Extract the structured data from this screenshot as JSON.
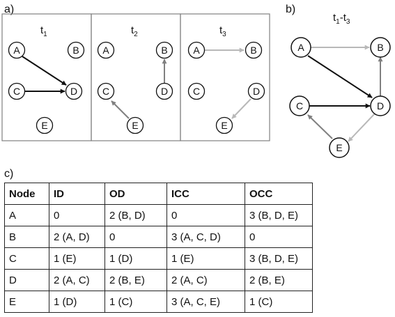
{
  "panel_labels": {
    "a": "a)",
    "b": "b)",
    "c": "c)"
  },
  "time_labels": [
    {
      "t": "t",
      "sub": "1"
    },
    {
      "t": "t",
      "sub": "2"
    },
    {
      "t": "t",
      "sub": "3"
    }
  ],
  "aggregate_label": {
    "t1": "t",
    "s1": "1",
    "dash": "-",
    "t3": "t",
    "s3": "3"
  },
  "nodes": [
    "A",
    "B",
    "C",
    "D",
    "E"
  ],
  "colors": {
    "edge_dark": "#111111",
    "edge_mid": "#808080",
    "edge_light": "#b8b8b8",
    "panel_border": "#808080"
  },
  "table": {
    "headers": [
      "Node",
      "ID",
      "OD",
      "ICC",
      "OCC"
    ],
    "rows": [
      [
        "A",
        "0",
        "2 (B, D)",
        "0",
        "3 (B, D, E)"
      ],
      [
        "B",
        "2 (A, D)",
        "0",
        "3 (A, C, D)",
        "0"
      ],
      [
        "C",
        "1 (E)",
        "1 (D)",
        "1 (E)",
        "3 (B, D, E)"
      ],
      [
        "D",
        "2 (A, C)",
        "2 (B, E)",
        "2 (A, C)",
        "2 (B, E)"
      ],
      [
        "E",
        "1 (D)",
        "1 (C)",
        "3 (A, C, E)",
        "1 (C)"
      ]
    ]
  }
}
